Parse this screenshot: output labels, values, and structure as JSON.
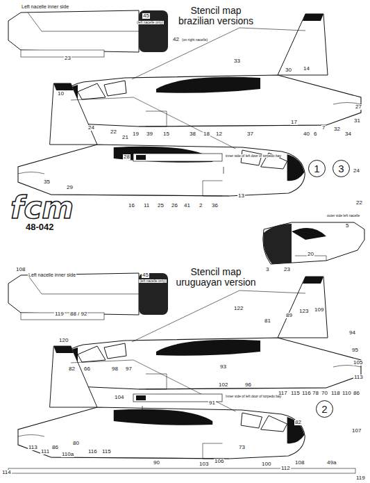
{
  "diagram": {
    "nodes": [
      {
        "text": [
          "1"
        ]
      },
      {
        "text": [
          "3"
        ]
      },
      {
        "text": [
          "2"
        ]
      }
    ],
    "labels": [
      "Left nacelle inner side",
      "45",
      "(left nacelle only)",
      "42",
      "(on right nacelle)",
      "Stencil map brazilian versions",
      "23",
      "33",
      "30",
      "14",
      "10",
      "27",
      "24",
      "22",
      "21",
      "19",
      "39",
      "15",
      "38",
      "18",
      "12",
      "37",
      "17",
      "40",
      "6",
      "7",
      "32",
      "34",
      "31",
      "28",
      "inner side of left door of torpedo bay",
      "24",
      "22",
      "35",
      "29",
      "16",
      "11",
      "25",
      "26",
      "41",
      "2",
      "36",
      "13",
      "fcm",
      "48-042",
      "outer side left nacelle",
      "5",
      "3",
      "23",
      "20",
      "108",
      "Left nacelle inner side",
      "45",
      "(left nacelle only)",
      "Stencil map uruguayan version",
      "119",
      "88 / 92",
      "122",
      "81",
      "89",
      "123",
      "109",
      "94",
      "95",
      "105",
      "113",
      "120",
      "82",
      "66",
      "98",
      "97",
      "93",
      "102",
      "96",
      "117",
      "115",
      "116",
      "78",
      "70",
      "118",
      "110",
      "86",
      "104",
      "Inner side of left door of torpedo bay",
      "91",
      "113",
      "111",
      "86",
      "110a",
      "80",
      "116",
      "115",
      "90",
      "103",
      "106",
      "73",
      "82",
      "107",
      "100",
      "112",
      "108",
      "49a",
      "114",
      "119"
    ]
  }
}
